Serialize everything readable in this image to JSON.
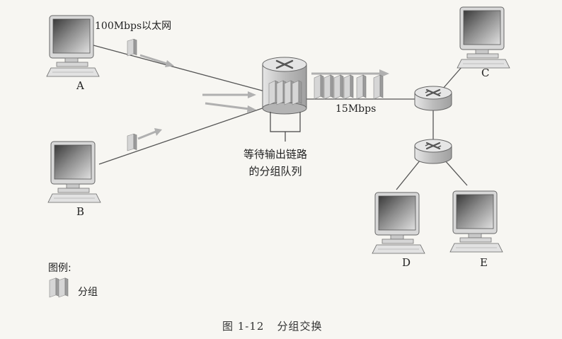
{
  "diagram": {
    "hosts": [
      {
        "id": "A",
        "label": "A"
      },
      {
        "id": "B",
        "label": "B"
      },
      {
        "id": "C",
        "label": "C"
      },
      {
        "id": "D",
        "label": "D"
      },
      {
        "id": "E",
        "label": "E"
      }
    ],
    "links": {
      "ethernet_label": "100Mbps以太网",
      "wan_label": "15Mbps"
    },
    "queue_label_line1": "等待输出链路",
    "queue_label_line2": "的分组队列"
  },
  "legend": {
    "title": "图例:",
    "packet_label": "分组"
  },
  "caption": {
    "number": "图 1-12",
    "text": "分组交换"
  },
  "colors": {
    "line": "#555555",
    "arrow": "#aaaaaa",
    "router_body": "#c4c4c4",
    "packet": "#d4d4d4"
  }
}
